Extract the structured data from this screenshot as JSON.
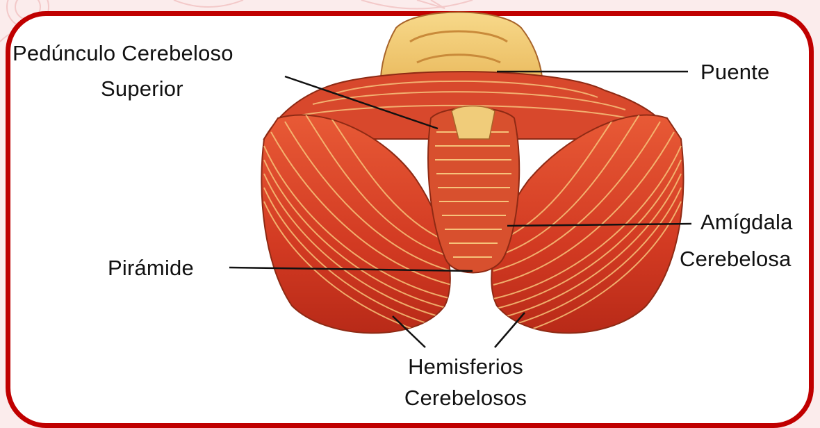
{
  "colors": {
    "frame": "#c00000",
    "background": "#fbecec",
    "cerebellum": "#d9432a",
    "brainstem": "#e8b84e",
    "leader_line": "#111111",
    "label_text": "#111111"
  },
  "labels": {
    "superior_peduncle": {
      "line1": "Pedúnculo Cerebeloso",
      "line2": "Superior"
    },
    "pons": "Puente",
    "tonsil": {
      "line1": "Amígdala",
      "line2": "Cerebelosa"
    },
    "pyramid": "Pirámide",
    "hemispheres": {
      "line1": "Hemisferios",
      "line2": "Cerebelosos"
    }
  }
}
